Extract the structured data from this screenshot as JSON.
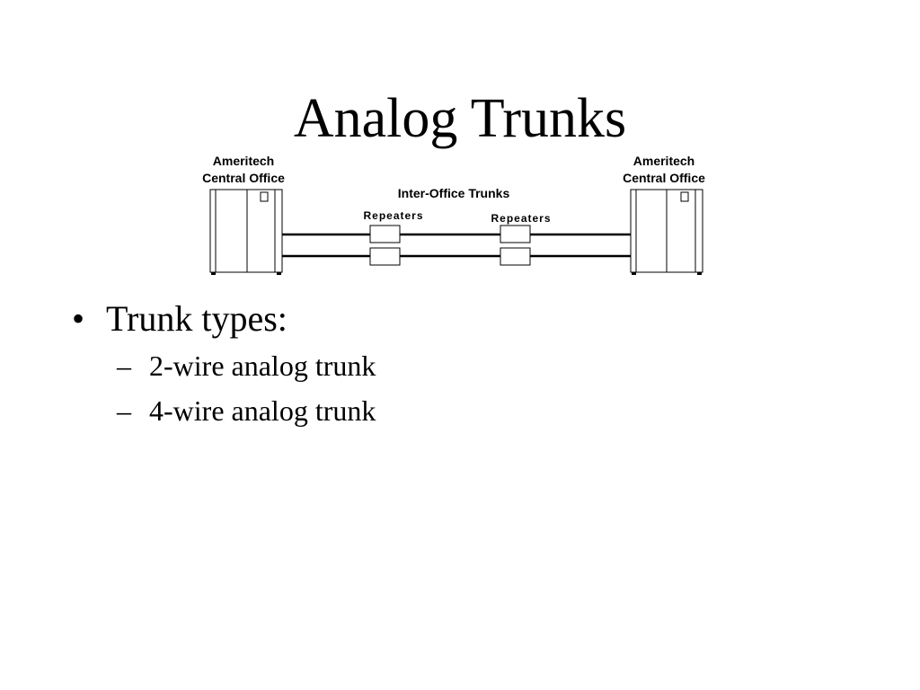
{
  "slide": {
    "title": "Analog Trunks"
  },
  "diagram": {
    "left_office": {
      "line1": "Ameritech",
      "line2": "Central Office"
    },
    "right_office": {
      "line1": "Ameritech",
      "line2": "Central Office"
    },
    "trunk_label": "Inter-Office Trunks",
    "repeater_left_label": "Repeaters",
    "repeater_right_label": "Repeaters"
  },
  "bullets": {
    "main": "Trunk types:",
    "main_marker": "•",
    "sub_marker": "–",
    "sub": [
      "2-wire analog trunk",
      "4-wire analog trunk"
    ]
  }
}
